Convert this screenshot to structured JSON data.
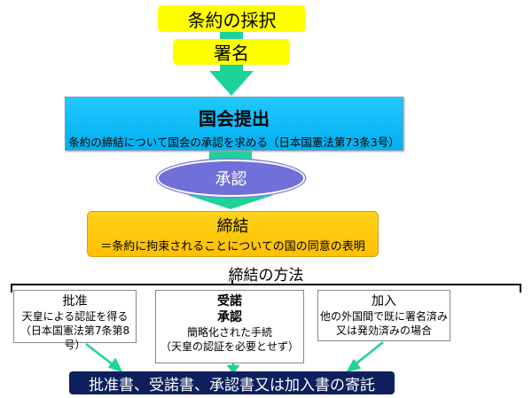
{
  "steps": {
    "adoption": "条約の採択",
    "signature": "署名",
    "submission_title": "国会提出",
    "submission_sub": "条約の締結について国会の承認を求める（日本国憲法第73条3号）",
    "approval": "承認",
    "conclusion_title": "締結",
    "conclusion_sub": "＝条約に拘束されることについての国の同意の表明"
  },
  "methods": {
    "heading": "締結の方法",
    "ratification": {
      "title": "批准",
      "line1": "天皇による認証を得る",
      "line2": "（日本国憲法第7条第8号）"
    },
    "acceptance": {
      "title1": "受諾",
      "title2": "承認",
      "line1": "簡略化された手続",
      "line2": "（天皇の認証を必要とせず）"
    },
    "accession": {
      "title": "加入",
      "line1": "他の外国間で既に署名済み",
      "line2": "又は発効済みの場合"
    }
  },
  "deposit": "批准書、受諾書、承認書又は加入書の寄託",
  "colors": {
    "yellow": "#ffff00",
    "blue": "#00b0f0",
    "purple": "#7070d8",
    "orange": "#ffc000",
    "navy": "#0d1f5c",
    "arrow": "#1dd39a"
  }
}
